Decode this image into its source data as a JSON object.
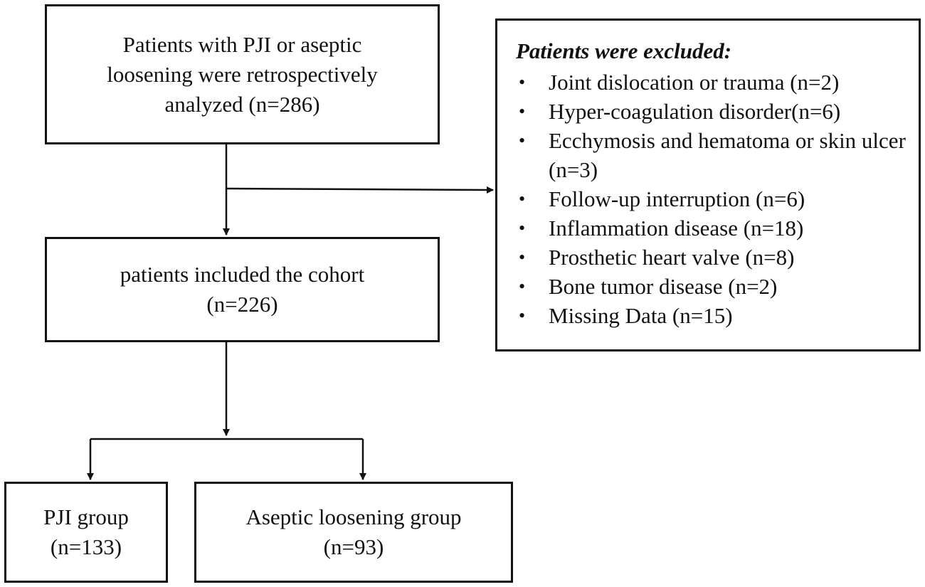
{
  "start_box": {
    "lines": [
      "Patients with PJI or aseptic",
      "loosening were retrospectively",
      "analyzed (n=286)"
    ]
  },
  "cohort_box": {
    "lines": [
      "patients included the cohort",
      "(n=226)"
    ]
  },
  "exclusion_box": {
    "title": "Patients were excluded:",
    "items": [
      "Joint dislocation or trauma (n=2)",
      "Hyper-coagulation disorder(n=6)",
      "Ecchymosis and hematoma or skin ulcer (n=3)",
      "Follow-up interruption (n=6)",
      "Inflammation disease (n=18)",
      "Prosthetic heart valve (n=8)",
      "Bone tumor disease (n=2)",
      "Missing Data (n=15)"
    ],
    "bullet": "•"
  },
  "pji_box": {
    "lines": [
      "PJI group",
      "(n=133)"
    ]
  },
  "aseptic_box": {
    "lines": [
      "Aseptic loosening group",
      "(n=93)"
    ]
  }
}
